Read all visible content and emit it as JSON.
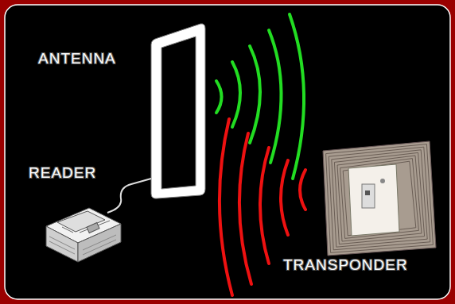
{
  "diagram": {
    "labels": [
      "ANTENNA",
      "READER",
      "TRANSPONDER"
    ]
  }
}
